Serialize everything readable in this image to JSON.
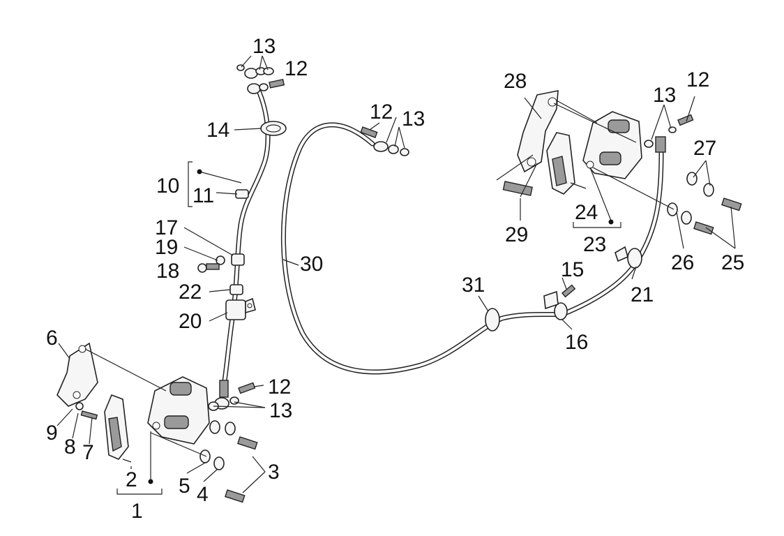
{
  "diagram": {
    "callouts": [
      "1",
      "2",
      "3",
      "4",
      "5",
      "6",
      "7",
      "8",
      "9",
      "10",
      "11",
      "12",
      "12",
      "12",
      "12",
      "13",
      "13",
      "13",
      "13",
      "14",
      "15",
      "16",
      "17",
      "18",
      "19",
      "20",
      "21",
      "22",
      "23",
      "24",
      "25",
      "26",
      "27",
      "28",
      "29",
      "30",
      "31"
    ]
  }
}
